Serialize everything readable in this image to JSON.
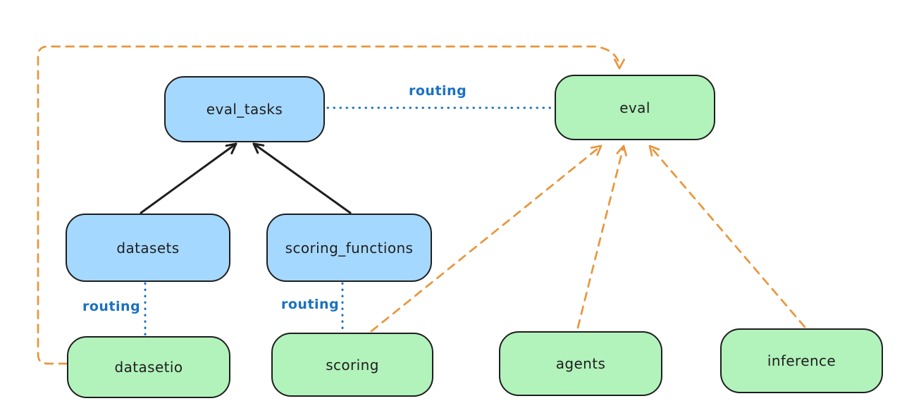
{
  "diagram": {
    "nodes": [
      {
        "id": "eval_tasks",
        "label": "eval_tasks",
        "kind": "api"
      },
      {
        "id": "eval",
        "label": "eval",
        "kind": "provider"
      },
      {
        "id": "datasets",
        "label": "datasets",
        "kind": "api"
      },
      {
        "id": "scoring_functions",
        "label": "scoring_functions",
        "kind": "api"
      },
      {
        "id": "datasetio",
        "label": "datasetio",
        "kind": "provider"
      },
      {
        "id": "scoring",
        "label": "scoring",
        "kind": "provider"
      },
      {
        "id": "agents",
        "label": "agents",
        "kind": "provider"
      },
      {
        "id": "inference",
        "label": "inference",
        "kind": "provider"
      }
    ],
    "edges": [
      {
        "from": "datasets",
        "to": "eval_tasks",
        "style": "solid-arrow"
      },
      {
        "from": "scoring_functions",
        "to": "eval_tasks",
        "style": "solid-arrow"
      },
      {
        "from": "eval_tasks",
        "to": "eval",
        "style": "dotted",
        "label": "routing"
      },
      {
        "from": "datasets",
        "to": "datasetio",
        "style": "dotted",
        "label": "routing"
      },
      {
        "from": "scoring_functions",
        "to": "scoring",
        "style": "dotted",
        "label": "routing"
      },
      {
        "from": "datasetio",
        "to": "eval",
        "style": "dashed-arrow"
      },
      {
        "from": "scoring",
        "to": "eval",
        "style": "dashed-arrow"
      },
      {
        "from": "agents",
        "to": "eval",
        "style": "dashed-arrow"
      },
      {
        "from": "inference",
        "to": "eval",
        "style": "dashed-arrow"
      }
    ],
    "colors": {
      "background": "#ffffff",
      "api_box_fill": "#a5d8ff",
      "provider_box_fill": "#b2f2bb",
      "box_border": "#1e1e1e",
      "routing_line": "#1971c2",
      "dependency_arrow": "#1e1e1e",
      "provider_flow_arrow": "#e8963c"
    }
  }
}
